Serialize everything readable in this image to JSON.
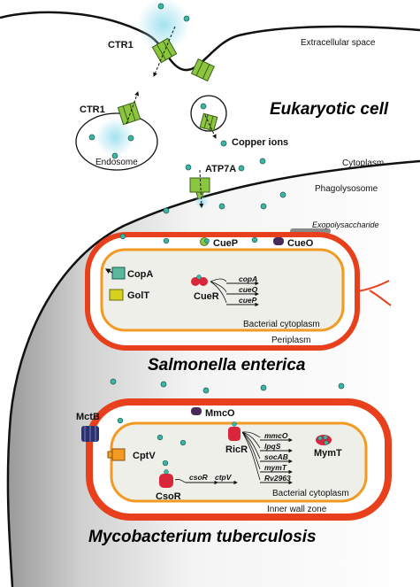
{
  "regions": {
    "extracellular": "Extracellular space",
    "cytoplasm": "Cytoplasm",
    "phagolysosome": "Phagolysosome",
    "eukaryotic_cell": "Eukaryotic cell",
    "endosome": "Endosome",
    "copper_ions": "Copper ions",
    "exopolysaccharide": "Exopolysaccharide"
  },
  "transporters": {
    "ctr1_membrane": "CTR1",
    "ctr1_endosome": "CTR1",
    "atp7a": "ATP7A"
  },
  "salmonella": {
    "name": "Salmonella enterica",
    "proteins": {
      "cuep": "CueP",
      "cueo": "CueO",
      "copa": "CopA",
      "golt": "GolT",
      "cuer": "CueR"
    },
    "genes": [
      "copA",
      "cueO",
      "cueP"
    ],
    "cytoplasm_label": "Bacterial cytoplasm",
    "periplasm_label": "Periplasm"
  },
  "mycobacterium": {
    "name": "Mycobacterium tuberculosis",
    "proteins": {
      "mctb": "MctB",
      "mmco": "MmcO",
      "cptv": "CptV",
      "ricr": "RicR",
      "csor": "CsoR",
      "mymt": "MymT"
    },
    "ricr_genes": [
      "mmcO",
      "lpqS",
      "socAB",
      "mymT",
      "Rv2963"
    ],
    "csor_genes": [
      "csoR",
      "ctpV"
    ],
    "cytoplasm_label": "Bacterial cytoplasm",
    "inner_wall_label": "Inner wall zone"
  },
  "colors": {
    "transporter": "#8cc63f",
    "copper_ion": "#3cb5a4",
    "outer_membrane": "#e8401c",
    "inner_membrane": "#f29a22",
    "cell_fill": "#efefea",
    "phagosome_shade": "#bfbfbf",
    "regulator": "#d9263a",
    "cueo": "#4a2a5a",
    "mctb": "#2b2f6a",
    "cptv": "#f29a22",
    "copa": "#5cb89a"
  }
}
